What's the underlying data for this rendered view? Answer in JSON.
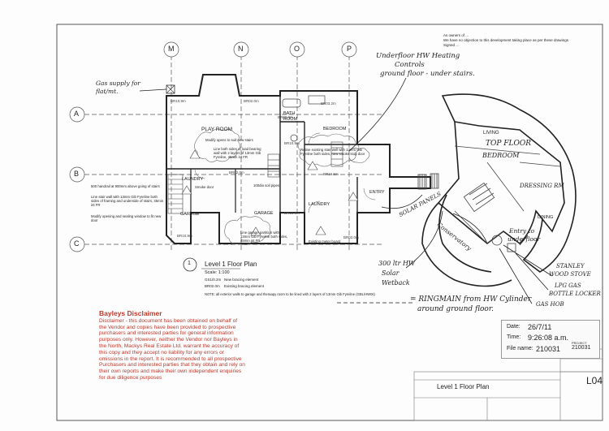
{
  "grid": {
    "columns": [
      "M",
      "N",
      "O",
      "P"
    ],
    "rows": [
      "A",
      "B",
      "C"
    ]
  },
  "header_note": {
    "line1": "As owners of ...",
    "line2": "We have no objection to this development taking place as per these drawings",
    "line3": "Signed ..."
  },
  "rooms": {
    "play_room": "PLAY ROOM",
    "bath_room": "BATH ROOM",
    "bedroom": "BEDROOM",
    "laundry_left": "LAUNDRY",
    "garage_left": "GARAGE",
    "garage_center": "GARAGE",
    "laundry_center": "LAUNDRY",
    "entry": "ENTRY",
    "living": "LIVING",
    "top_floor": "TOP FLOOR",
    "bedroom_upper": "BEDROOM",
    "dressing_rm": "DRESSING RM",
    "dining": "DINING"
  },
  "notes": {
    "modify_opening": "Modify opening and sealing window to fit new door",
    "line_stair_wall": "Line stair wall with 13mm Gib Fyreline both sides of framing and underside of stairs, 45min int FR",
    "handrail": "500 handrail at 900mm above going of stairs",
    "line_garage_partition": "Line garage partition with 13mm Gib Fyreline both sides, 45min int FR",
    "new_stairs": "Modify opens to suit new stairs",
    "line_both_sides": "Line both sides of load bearing wall with 2 layers of 13mm Gib Fyreline, 45min int FR",
    "smoke_door": "Smoke door",
    "existing_meter": "Existing meter board",
    "new_smoke_stop": "Retine existing stair well with 13mm Gib Fyreline both sides, new smoke stop door",
    "walls_line": "100dia soil pipes"
  },
  "handwritten": {
    "gas_supply": "Gas supply for flat/mt.",
    "underfloor": "Underfloor HW Heating",
    "controls": "Controls",
    "ground_floor": "ground floor - under stairs.",
    "solar_panels": "SOLAR PANELS",
    "conservatory": "Conservatory",
    "entry_underfloor_1": "Entry to",
    "entry_underfloor_2": "underfloor",
    "hw_300_1": "300 ltr HW",
    "hw_300_2": "Solar",
    "hw_300_3": "Wetback",
    "stanley_1": "STANLEY",
    "stanley_2": "WOOD STOVE",
    "lpg_1": "LPG GAS",
    "lpg_2": "BOTTLE LOCKER",
    "gas_hob": "GAS HOB",
    "ringmain_1": "= RINGMAIN from HW Cylinder",
    "ringmain_2": "around ground floor."
  },
  "legend": {
    "marker": "1",
    "title": "Level 1 Floor Plan",
    "scale": "Scale: 1:100",
    "key1_code": "GS1/0.2m",
    "key1_text": "New bracing element",
    "key2_code": "BR02.0m",
    "key2_text": "Existing bracing element",
    "note": "NOTE: all exterior walls to garage and theraapy room to be lined with 2 layers of 13mm Gib Fyreline (GBL/HW0s)"
  },
  "disclaimer": {
    "heading": "Bayleys Disclaimer",
    "body": "Disclaimer - this document has been obtained on behalf of the Vendor and copies have been provided to prospective purchasers and interested parties for general information purposes only. However, neither the Vendor nor Bayleys in the North, Mackys Real Estate Ltd, warrant the accuracy of this copy and they accept no liability for any errors or omissions in the report. It is recommended to all prospective Purchasers and interested parties that they obtain and rely on their own reports and make their own independent enquiries for due diligence purposes"
  },
  "stamp": {
    "date_label": "Date:",
    "date_value": "26/7/11",
    "time_label": "Time:",
    "time_value": "9:26:08 a.m.",
    "file_label": "File name:",
    "file_value": "210031"
  },
  "title_block": {
    "project_label": "PROJECT",
    "project_no": "210031",
    "sheet": "L04",
    "drawing_title": "Level 1 Floor Plan"
  }
}
